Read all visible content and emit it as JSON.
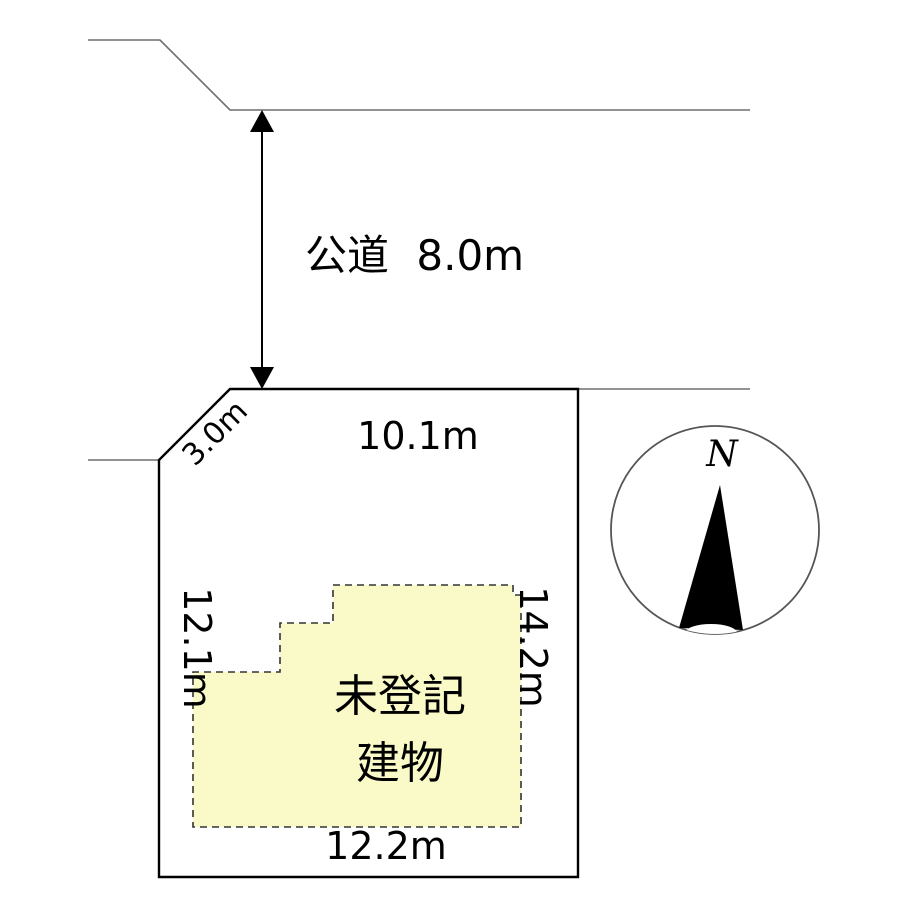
{
  "road": {
    "label": "公道",
    "width": "8.0m"
  },
  "lot": {
    "corner_cut": "3.0m",
    "north_side": "10.1m",
    "west_side": "12.1m",
    "east_side": "14.2m",
    "south_side": "12.2m"
  },
  "building": {
    "line1": "未登記",
    "line2": "建物",
    "fill_color": "#fafac8"
  },
  "compass": {
    "north_label": "N"
  }
}
